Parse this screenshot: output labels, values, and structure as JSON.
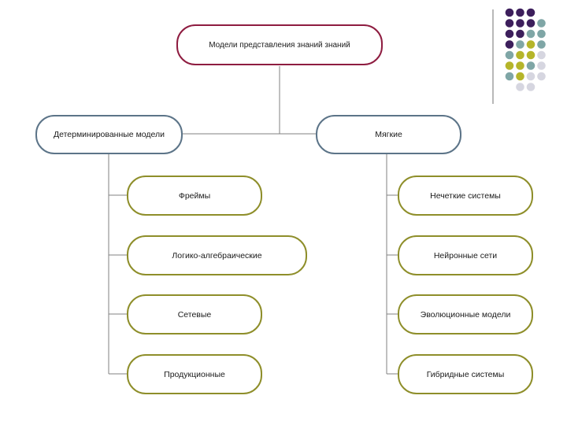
{
  "colors": {
    "root_border": "#8e1c40",
    "branch_border": "#5c7488",
    "leaf_border": "#8e8e2a",
    "connector": "#808080",
    "dot_purple": "#3d1f5c",
    "dot_teal": "#7fa6a6",
    "dot_olive": "#b5b52a",
    "dot_gray": "#d6d6e0"
  },
  "diagram": {
    "root": "Модели представления знаний знаний",
    "left_branch": {
      "label": "Детерминированные модели",
      "children": [
        "Фреймы",
        "Логико-алгебраические",
        "Сетевые",
        "Продукционные"
      ]
    },
    "right_branch": {
      "label": "Мягкие",
      "children": [
        "Нечеткие системы",
        "Нейронные сети",
        "Эволюционные модели",
        "Гибридные системы"
      ]
    }
  },
  "decoration": {
    "dot_grid": [
      [
        "purple",
        "purple",
        "purple",
        null
      ],
      [
        "purple",
        "purple",
        "purple",
        "teal"
      ],
      [
        "purple",
        "purple",
        "teal",
        "teal"
      ],
      [
        "purple",
        "teal",
        "olive",
        "teal"
      ],
      [
        "teal",
        "olive",
        "olive",
        "gray"
      ],
      [
        "olive",
        "olive",
        "teal",
        "gray"
      ],
      [
        "teal",
        "olive",
        "gray",
        "gray"
      ],
      [
        null,
        "gray",
        "gray",
        null
      ]
    ]
  }
}
